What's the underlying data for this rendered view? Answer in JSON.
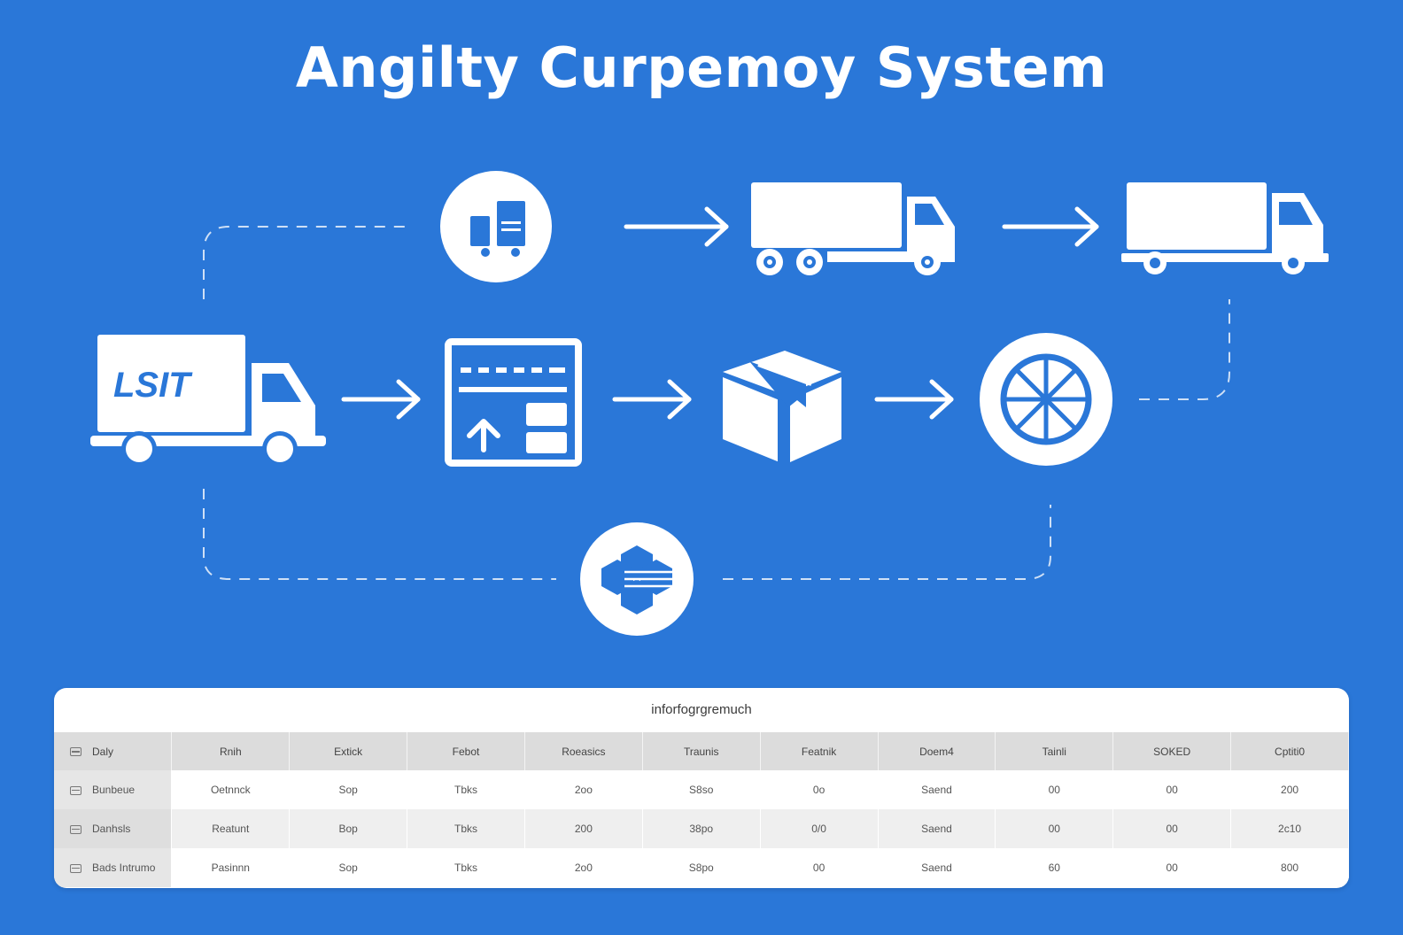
{
  "title": "Angilty Curpemoy System",
  "diagram": {
    "truck_logo_text": "LSIT",
    "icons": [
      "pallet-cart-icon",
      "delivery-truck-icon",
      "lsit-truck-icon",
      "dashboard-upload-icon",
      "package-box-icon",
      "wheel-icon",
      "cluster-network-icon"
    ]
  },
  "table": {
    "caption": "inforfogrgremuch",
    "headers": [
      "Daly",
      "Rnih",
      "Extick",
      "Febot",
      "Roeasics",
      "Traunis",
      "Featnik",
      "Doem4",
      "Tainli",
      "SOKED",
      "Cptiti0"
    ],
    "rows": [
      [
        "Bunbeue",
        "Oetnnck",
        "Sop",
        "Tbks",
        "2oo",
        "S8so",
        "0o",
        "Saend",
        "00",
        "00",
        "200"
      ],
      [
        "Danhsls",
        "Reatunt",
        "Bop",
        "Tbks",
        "200",
        "38po",
        "0/0",
        "Saend",
        "00",
        "00",
        "2c10"
      ],
      [
        "Bads Intrumo",
        "Pasinnn",
        "Sop",
        "Tbks",
        "2o0",
        "S8po",
        "00",
        "Saend",
        "60",
        "00",
        "800"
      ]
    ]
  },
  "colors": {
    "background": "#2a77d8",
    "foreground": "#ffffff",
    "table_header": "#dcdcdc"
  }
}
